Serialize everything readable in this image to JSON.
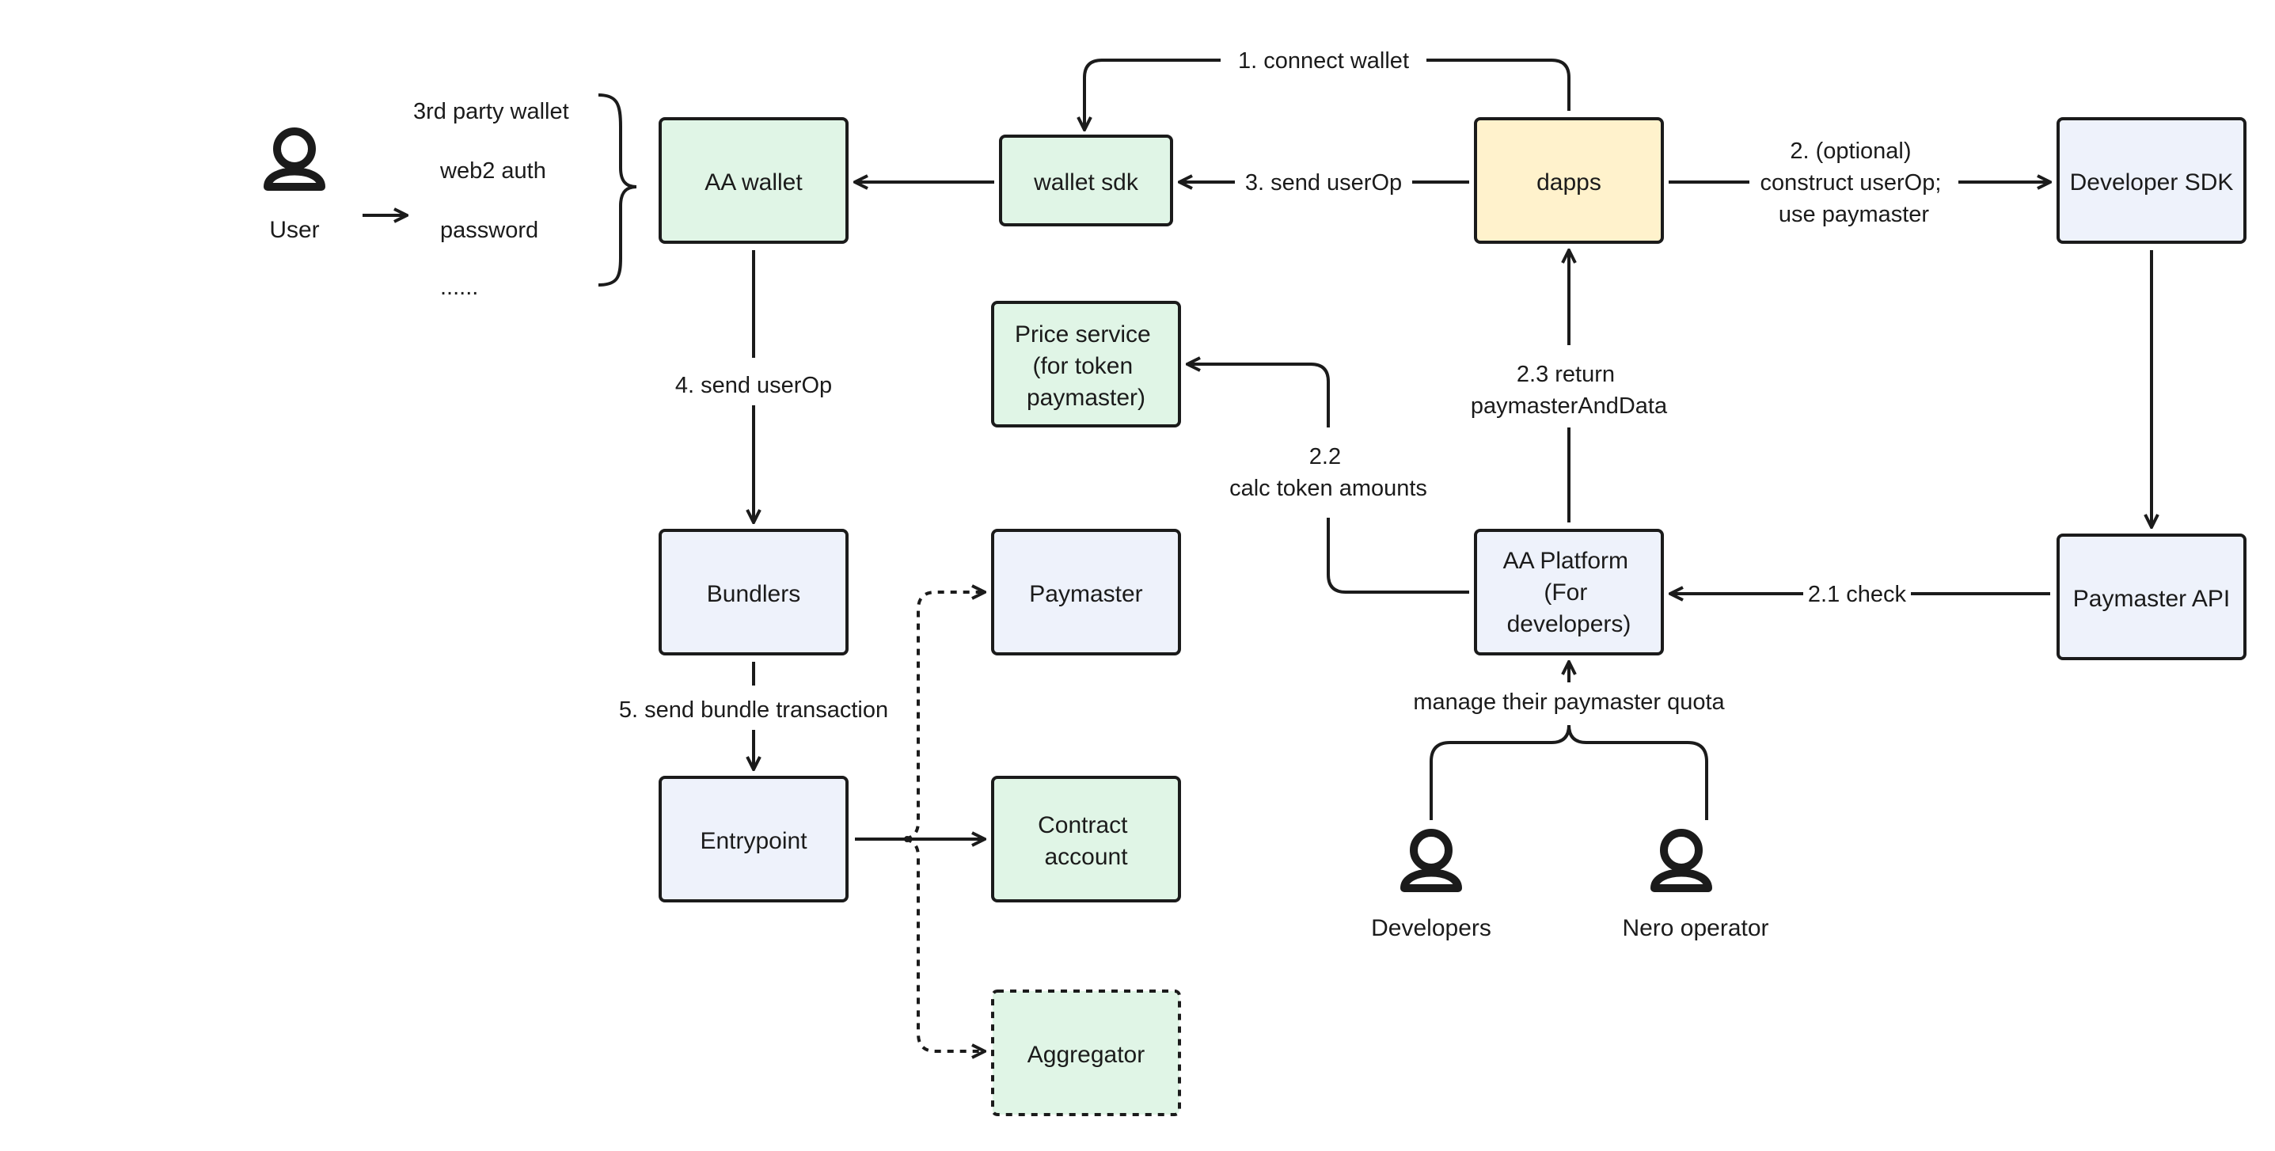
{
  "colors": {
    "green_fill": "#e0f5e6",
    "blue_fill": "#eef2fb",
    "yellow_fill": "#fff2cc",
    "stroke": "#1b1b1b"
  },
  "nodes": {
    "user": "User",
    "auth_options": [
      "3rd party wallet",
      "web2 auth",
      "password",
      "......"
    ],
    "aa_wallet": "AA wallet",
    "wallet_sdk": "wallet sdk",
    "dapps": "dapps",
    "developer_sdk": "Developer SDK",
    "price_service": [
      "Price service",
      "(for token",
      "paymaster)"
    ],
    "bundlers": "Bundlers",
    "paymaster": "Paymaster",
    "entrypoint": "Entrypoint",
    "contract_account": [
      "Contract",
      "account"
    ],
    "aggregator": "Aggregator",
    "aa_platform": [
      "AA Platform",
      "(For",
      "developers)"
    ],
    "paymaster_api": "Paymaster API",
    "developers": "Developers",
    "nero_operator": "Nero operator"
  },
  "edges": {
    "connect_wallet": "1. connect wallet",
    "send_userop_dapps": "3. send userOp",
    "optional_construct": [
      "2. (optional)",
      "construct userOp;",
      "use paymaster"
    ],
    "send_userop_wallet": "4. send userOp",
    "return_paymaster": [
      "2.3 return",
      "paymasterAndData"
    ],
    "calc_token": [
      "2.2",
      "calc token amounts"
    ],
    "check": "2.1 check",
    "send_bundle": "5. send bundle transaction",
    "manage_quota": "manage  their paymaster quota"
  }
}
